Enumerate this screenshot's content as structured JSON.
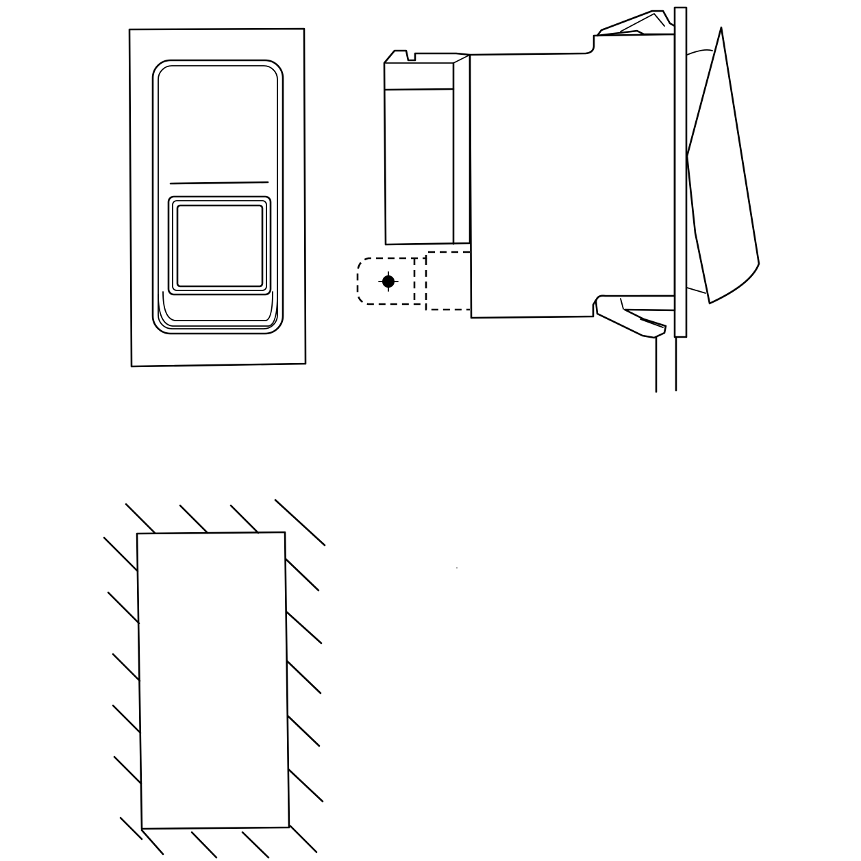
{
  "figure": {
    "type": "technical line drawing",
    "views": [
      "front-view",
      "side-view",
      "panel-cutout"
    ],
    "colors": {
      "line": "#000000",
      "background": "#ffffff"
    }
  }
}
